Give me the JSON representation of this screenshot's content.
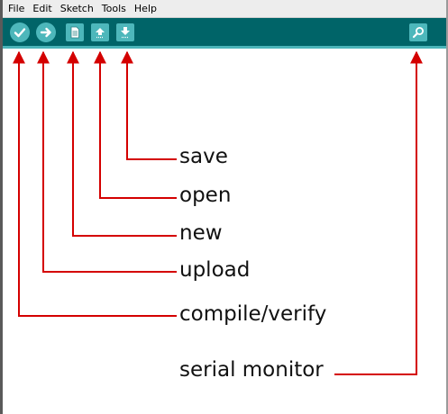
{
  "menu": {
    "items": [
      "File",
      "Edit",
      "Sketch",
      "Tools",
      "Help"
    ]
  },
  "toolbar": {
    "buttons": [
      {
        "name": "verify-button",
        "icon": "checkmark-icon"
      },
      {
        "name": "upload-button",
        "icon": "arrow-right-icon"
      },
      {
        "name": "new-button",
        "icon": "document-icon"
      },
      {
        "name": "open-button",
        "icon": "arrow-up-icon"
      },
      {
        "name": "save-button",
        "icon": "arrow-down-icon"
      },
      {
        "name": "serial-monitor-button",
        "icon": "magnifier-icon"
      }
    ]
  },
  "labels": {
    "save": "save",
    "open": "open",
    "new": "new",
    "upload": "upload",
    "compile": "compile/verify",
    "serial": "serial monitor"
  },
  "colors": {
    "toolbar": "#006468",
    "button": "#4db7bb",
    "arrow": "#d40000"
  }
}
